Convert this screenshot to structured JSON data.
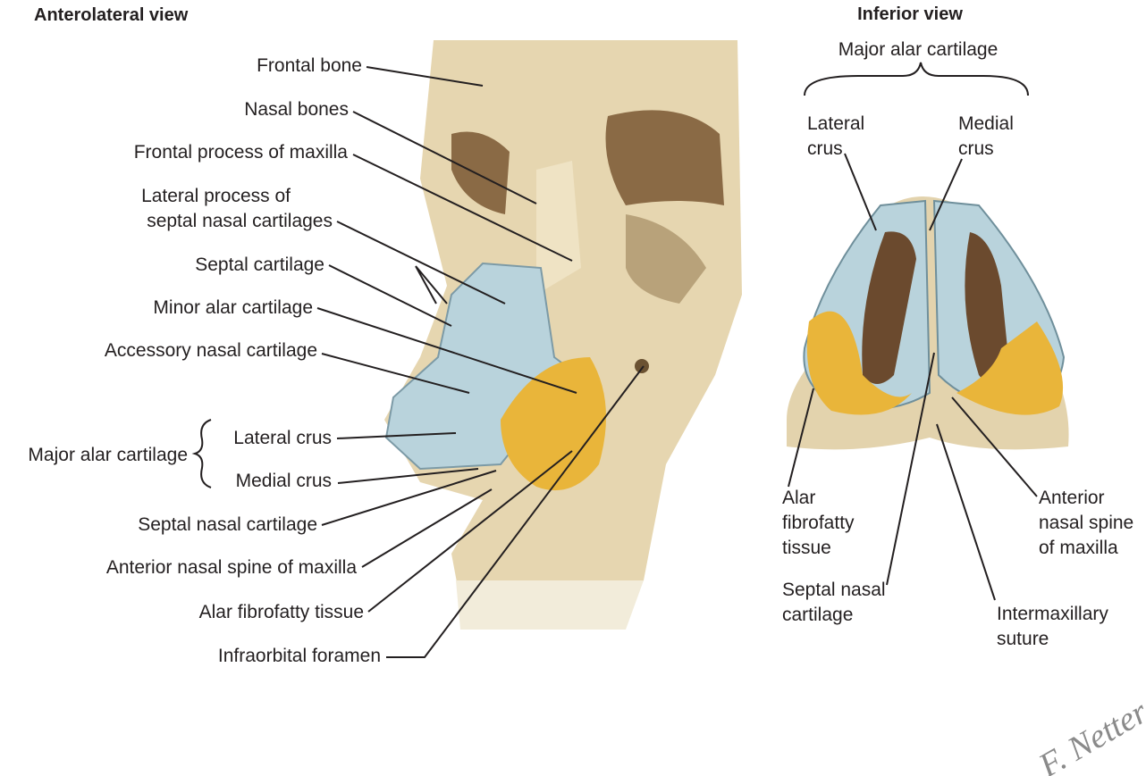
{
  "left": {
    "title": "Anterolateral view",
    "labels": {
      "frontal_bone": "Frontal bone",
      "nasal_bones": "Nasal bones",
      "frontal_process": "Frontal process of maxilla",
      "lateral_process_1": "Lateral process of",
      "lateral_process_2": "septal nasal cartilages",
      "septal_cartilage": "Septal cartilage",
      "minor_alar": "Minor alar cartilage",
      "accessory_nasal": "Accessory nasal cartilage",
      "major_alar": "Major alar cartilage",
      "lateral_crus": "Lateral crus",
      "medial_crus": "Medial crus",
      "septal_nasal": "Septal nasal cartilage",
      "anterior_spine": "Anterior nasal spine of maxilla",
      "alar_fibrofatty": "Alar fibrofatty tissue",
      "infraorbital": "Infraorbital foramen"
    }
  },
  "right": {
    "title": "Inferior view",
    "labels": {
      "major_alar": "Major alar cartilage",
      "lateral_crus_1": "Lateral",
      "lateral_crus_2": "crus",
      "medial_crus_1": "Medial",
      "medial_crus_2": "crus",
      "alar_1": "Alar",
      "alar_2": "fibrofatty",
      "alar_3": "tissue",
      "septal_1": "Septal nasal",
      "septal_2": "cartilage",
      "spine_1": "Anterior",
      "spine_2": "nasal spine",
      "spine_3": "of maxilla",
      "suture_1": "Intermaxillary",
      "suture_2": "suture"
    }
  },
  "signature": "F. Netter M.D.",
  "colors": {
    "bone": "#e6d6b0",
    "cartilage": "#b9d3dc",
    "fat": "#e9b53a",
    "cavity": "#6b4a2e"
  }
}
